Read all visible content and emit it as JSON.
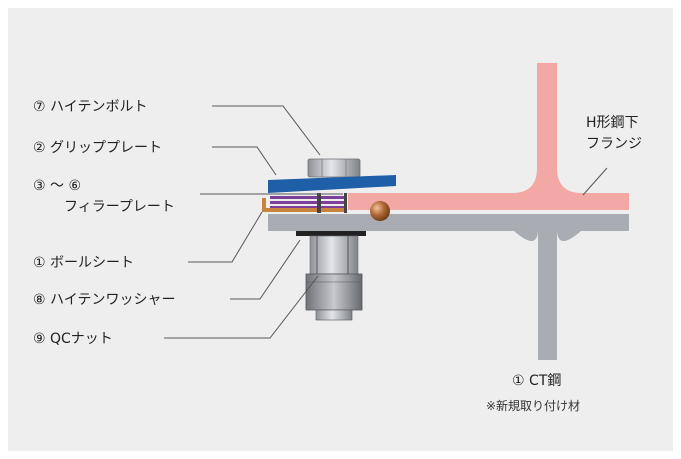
{
  "labels": {
    "bolt": "⑦ ハイテンボルト",
    "grip_plate": "② グリッププレート",
    "filler_num": "③ ～ ⑥",
    "filler_name": "フィラープレート",
    "ball_seat": "① ボールシート",
    "washer": "⑧ ハイテンワッシャー",
    "nut": "⑨ QCナット",
    "flange_line1": "H形鋼下",
    "flange_line2": "フランジ",
    "ct_steel": "① CT鋼",
    "note": "※新規取り付け材"
  },
  "colors": {
    "h_beam": "#f2a9a5",
    "ct_steel": "#a9acb3",
    "grip_plate": "#1f5fa8",
    "filler_plate": "#7e3f98",
    "ball_seat_plate": "#c8843e",
    "ball": "#b06a36",
    "bolt_metal": "#b9bcc0",
    "panel_bg": "#eeeeee"
  }
}
